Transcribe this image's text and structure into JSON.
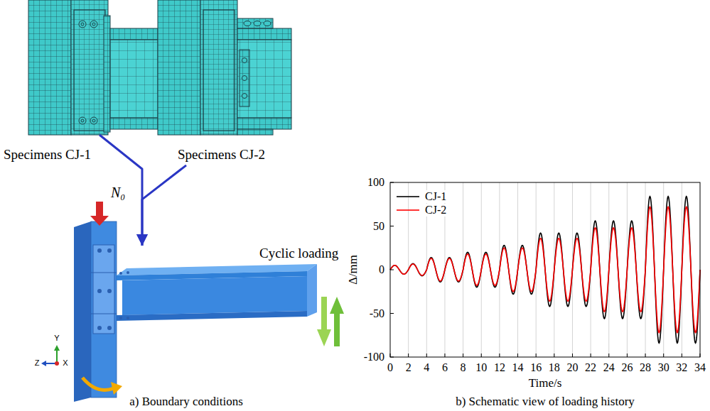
{
  "diagram": {
    "nodes": [
      {
        "text": [
          "Specimens CJ-1"
        ]
      },
      {
        "text": [
          "Specimens CJ-2"
        ]
      },
      {
        "text": [
          "Cyclic loading"
        ]
      }
    ],
    "edges": [
      {
        "from": 0,
        "to": 2,
        "arrow": "to"
      },
      {
        "from": 1,
        "to": 2,
        "arrow": "to"
      }
    ],
    "labels": [
      "a) Boundary conditions",
      "b) Schematic view of loading history",
      "N₀",
      "Y",
      "Z",
      "X",
      "Δ/mm",
      "Time/s",
      "100",
      "50",
      "0",
      "-50",
      "-100",
      "0",
      "2",
      "4",
      "6",
      "8",
      "10",
      "12",
      "14",
      "16",
      "18",
      "20",
      "22",
      "24",
      "26",
      "28",
      "30",
      "32",
      "34"
    ],
    "legend": [
      {
        "text": "CJ-1",
        "color": "#000000"
      },
      {
        "text": "CJ-2",
        "color": "#ff0000"
      }
    ]
  }
}
